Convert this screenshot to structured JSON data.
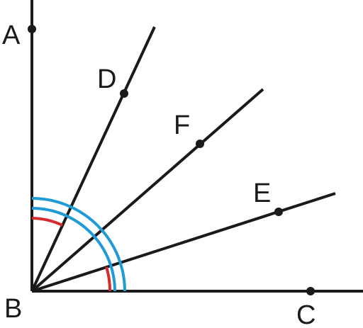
{
  "diagram": {
    "vertex": "B",
    "labels": {
      "A": "A",
      "B": "B",
      "C": "C",
      "D": "D",
      "E": "E",
      "F": "F"
    },
    "colors": {
      "lines": "#1a1a1a",
      "red_arc": "#d62b2b",
      "blue_arc": "#1e9ad6"
    },
    "rays": [
      "BA",
      "BD",
      "BF",
      "BE",
      "BC"
    ],
    "marked_angles": [
      {
        "angle": "ABD",
        "color": "red"
      },
      {
        "angle": "EBC",
        "color": "red"
      },
      {
        "angle": "ABC",
        "color": "blue",
        "style": "double"
      }
    ]
  }
}
